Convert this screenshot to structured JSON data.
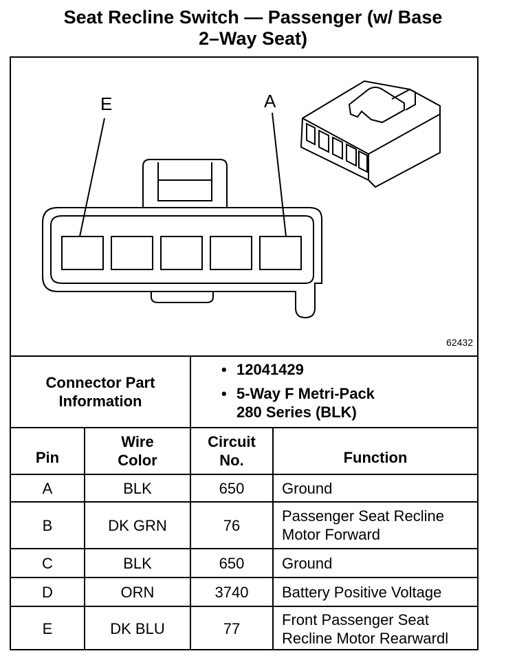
{
  "title_line1": "Seat Recline Switch — Passenger (w/ Base",
  "title_line2": "2–Way Seat)",
  "diagram": {
    "label_e": "E",
    "label_a": "A",
    "figure_number": "62432"
  },
  "connector_info": {
    "label_line1": "Connector Part",
    "label_line2": "Information",
    "part_number": "12041429",
    "description_line1": "5-Way F Metri-Pack",
    "description_line2": "280 Series (BLK)"
  },
  "table": {
    "headers": {
      "pin": "Pin",
      "wire_color_line1": "Wire",
      "wire_color_line2": "Color",
      "circuit_line1": "Circuit",
      "circuit_line2": "No.",
      "function": "Function"
    },
    "rows": [
      {
        "pin": "A",
        "wire": "BLK",
        "circuit": "650",
        "function_line1": "Ground",
        "function_line2": ""
      },
      {
        "pin": "B",
        "wire": "DK GRN",
        "circuit": "76",
        "function_line1": "Passenger Seat Recline",
        "function_line2": "Motor Forward"
      },
      {
        "pin": "C",
        "wire": "BLK",
        "circuit": "650",
        "function_line1": "Ground",
        "function_line2": ""
      },
      {
        "pin": "D",
        "wire": "ORN",
        "circuit": "3740",
        "function_line1": "Battery Positive Voltage",
        "function_line2": ""
      },
      {
        "pin": "E",
        "wire": "DK BLU",
        "circuit": "77",
        "function_line1": "Front Passenger Seat",
        "function_line2": "Recline Motor Rearwardl"
      }
    ]
  }
}
